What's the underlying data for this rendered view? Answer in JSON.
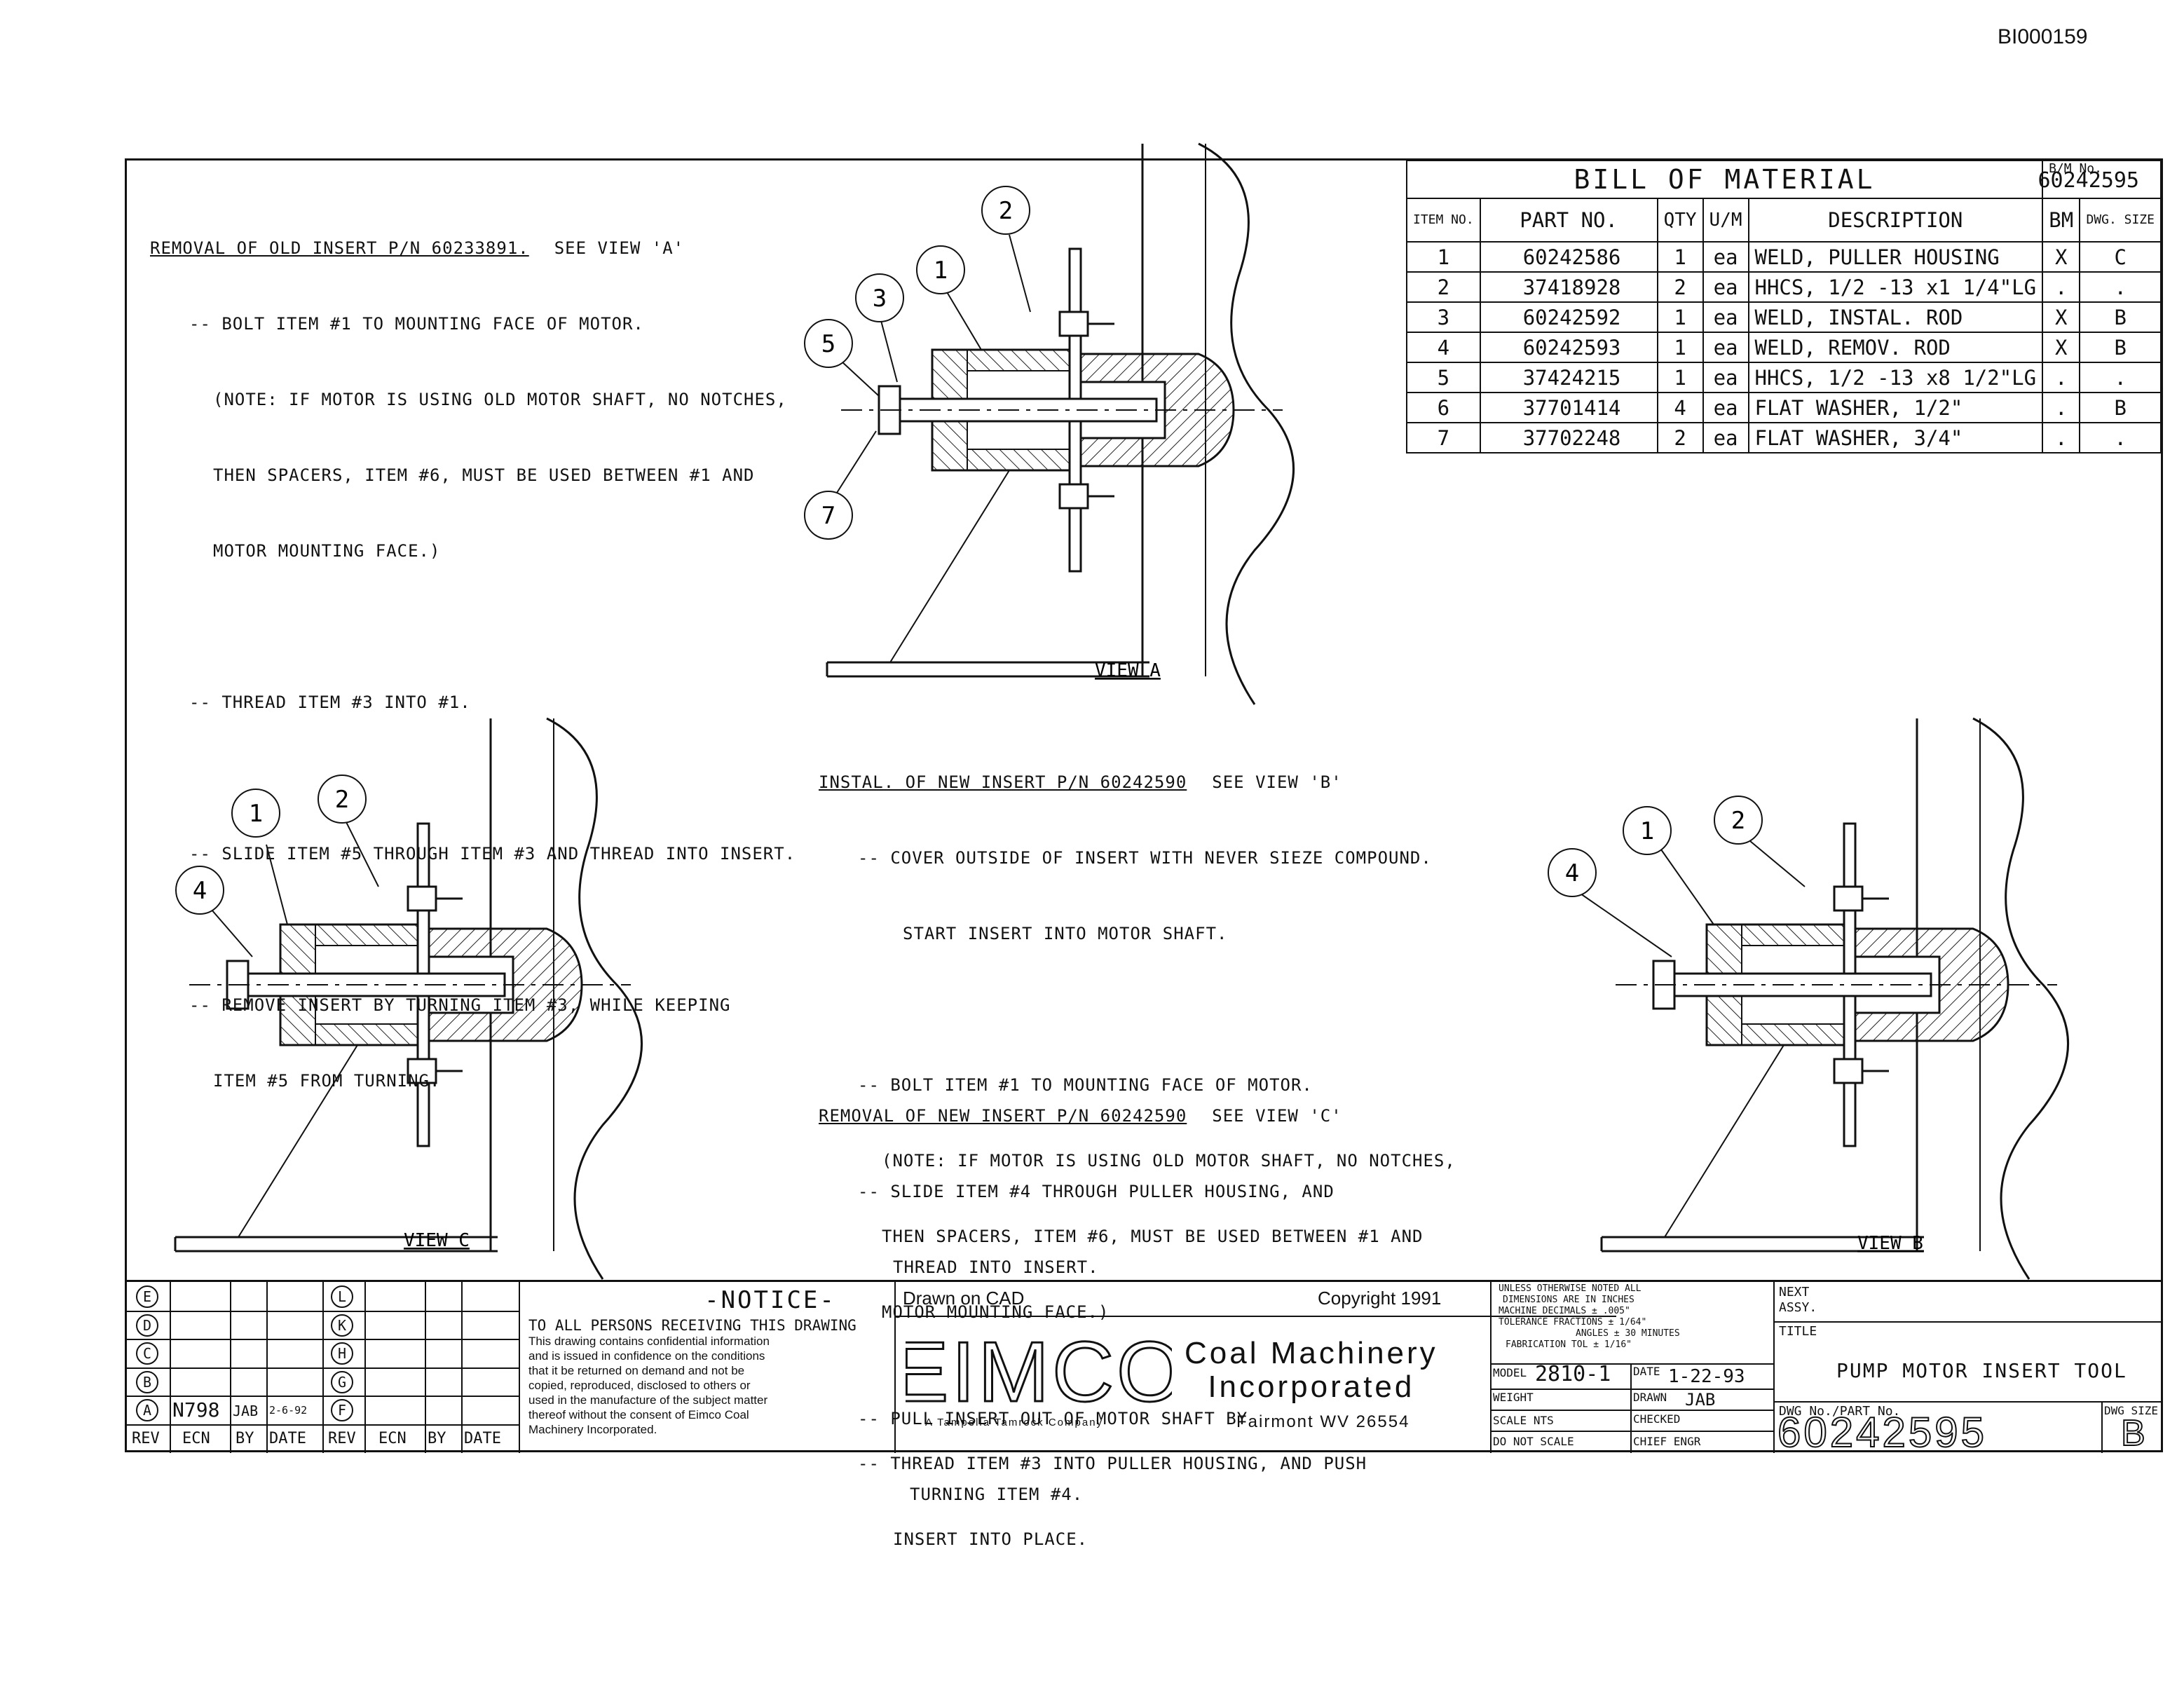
{
  "doc_id": "BI000159",
  "removal_old": {
    "heading": "REMOVAL OF OLD INSERT P/N 60233891.",
    "see": "SEE VIEW 'A'",
    "lines": [
      "-- BOLT ITEM #1 TO MOUNTING FACE OF MOTOR.",
      "(NOTE: IF MOTOR IS USING OLD MOTOR SHAFT, NO NOTCHES,",
      "THEN SPACERS, ITEM #6, MUST BE USED BETWEEN #1 AND",
      "MOTOR MOUNTING FACE.)",
      "-- THREAD ITEM #3 INTO #1.",
      "-- SLIDE ITEM #5 THROUGH ITEM #3 AND THREAD INTO INSERT.",
      "-- REMOVE INSERT BY TURNING ITEM #3, WHILE KEEPING",
      "ITEM #5 FROM TURNING."
    ]
  },
  "install_new": {
    "heading": "INSTAL. OF NEW INSERT P/N 60242590",
    "see": "SEE VIEW 'B'",
    "lines": [
      "-- COVER OUTSIDE OF INSERT WITH NEVER SIEZE COMPOUND.",
      "START INSERT INTO MOTOR SHAFT.",
      "-- BOLT ITEM #1 TO MOUNTING FACE OF MOTOR.",
      "(NOTE: IF MOTOR IS USING OLD MOTOR SHAFT, NO NOTCHES,",
      "THEN SPACERS, ITEM #6, MUST BE USED BETWEEN #1 AND",
      "MOTOR MOUNTING FACE.)",
      "-- THREAD ITEM #3 INTO PULLER HOUSING, AND PUSH",
      "INSERT INTO PLACE."
    ]
  },
  "removal_new": {
    "heading": "REMOVAL OF NEW INSERT P/N 60242590",
    "see": "SEE VIEW 'C'",
    "lines": [
      "-- SLIDE ITEM #4 THROUGH PULLER HOUSING, AND",
      "THREAD INTO INSERT.",
      "-- PULL INSERT OUT OF MOTOR SHAFT BY",
      "TURNING ITEM #4."
    ]
  },
  "views": {
    "a": "VIEW A",
    "b": "VIEW B",
    "c": "VIEW C",
    "balloons_a": [
      "1",
      "2",
      "3",
      "5",
      "7"
    ],
    "balloons_b": [
      "1",
      "2",
      "4"
    ],
    "balloons_c": [
      "1",
      "2",
      "4"
    ]
  },
  "bom": {
    "title": "BILL OF MATERIAL",
    "bm_no_label": "B/M No.",
    "bm_no": "60242595",
    "headers": {
      "item": "ITEM NO.",
      "part": "PART NO.",
      "qty": "QTY",
      "um": "U/M",
      "desc": "DESCRIPTION",
      "bm": "BM",
      "dwg": "DWG. SIZE"
    },
    "rows": [
      {
        "item": "1",
        "part": "60242586",
        "qty": "1",
        "um": "ea",
        "desc": "WELD, PULLER HOUSING",
        "bm": "X",
        "dwg": "C"
      },
      {
        "item": "2",
        "part": "37418928",
        "qty": "2",
        "um": "ea",
        "desc": "HHCS, 1/2 -13 x1 1/4\"LG",
        "bm": ".",
        "dwg": "."
      },
      {
        "item": "3",
        "part": "60242592",
        "qty": "1",
        "um": "ea",
        "desc": "WELD, INSTAL. ROD",
        "bm": "X",
        "dwg": "B"
      },
      {
        "item": "4",
        "part": "60242593",
        "qty": "1",
        "um": "ea",
        "desc": "WELD, REMOV. ROD",
        "bm": "X",
        "dwg": "B"
      },
      {
        "item": "5",
        "part": "37424215",
        "qty": "1",
        "um": "ea",
        "desc": "HHCS, 1/2 -13 x8 1/2\"LG",
        "bm": ".",
        "dwg": "."
      },
      {
        "item": "6",
        "part": "37701414",
        "qty": "4",
        "um": "ea",
        "desc": "FLAT WASHER, 1/2\"",
        "bm": ".",
        "dwg": "B"
      },
      {
        "item": "7",
        "part": "37702248",
        "qty": "2",
        "um": "ea",
        "desc": "FLAT WASHER, 3/4\"",
        "bm": ".",
        "dwg": "."
      }
    ]
  },
  "rev_block": {
    "left_letters": [
      "E",
      "D",
      "C",
      "B",
      "A"
    ],
    "right_letters": [
      "L",
      "K",
      "H",
      "G",
      "F"
    ],
    "rev_a": {
      "ecn": "N798",
      "by": "JAB",
      "date": "2-6-92"
    },
    "headers": [
      "REV",
      "ECN",
      "BY",
      "DATE",
      "REV",
      "ECN",
      "BY",
      "DATE"
    ]
  },
  "notice": {
    "title": "-NOTICE-",
    "first": "TO ALL PERSONS RECEIVING THIS DRAWING",
    "lines": [
      "This drawing contains confidential information",
      "and is issued in confidence on the conditions",
      "that it be returned on demand and not be",
      "copied, reproduced, disclosed to others or",
      "used in the manufacture of the subject matter",
      "thereof without the consent of Eimco Coal",
      "Machinery Incorporated."
    ]
  },
  "company": {
    "drawn_on": "Drawn on CAD",
    "copyright": "Copyright 1991",
    "logo": "EIMCO",
    "name1": "Coal Machinery",
    "name2": "Incorporated",
    "tagline": "A Tampella Tamrock Company",
    "location": "Fairmont WV 26554"
  },
  "tolerance": {
    "l1": "UNLESS OTHERWISE NOTED ALL",
    "l2": "DIMENSIONS ARE IN INCHES",
    "l3": "MACHINE      DECIMALS ± .005\"",
    "l4": "TOLERANCE   FRACTIONS ± 1/64\"",
    "l5": "ANGLES ± 30 MINUTES",
    "l6": "FABRICATION TOL ± 1/16\""
  },
  "fields": {
    "model_label": "MODEL",
    "model": "2810-1",
    "date_label": "DATE",
    "date": "1-22-93",
    "weight_label": "WEIGHT",
    "drawn_label": "DRAWN",
    "drawn": "JAB",
    "scale_label": "SCALE",
    "scale": "NTS",
    "checked_label": "CHECKED",
    "dns": "DO NOT SCALE",
    "chief": "CHIEF ENGR"
  },
  "title_block": {
    "next_assy": "NEXT ASSY.",
    "title_label": "TITLE",
    "title": "PUMP MOTOR INSERT TOOL",
    "dwg_label": "DWG No./PART No.",
    "dwg_no": "60242595",
    "size_label": "DWG SIZE",
    "size": "B"
  }
}
